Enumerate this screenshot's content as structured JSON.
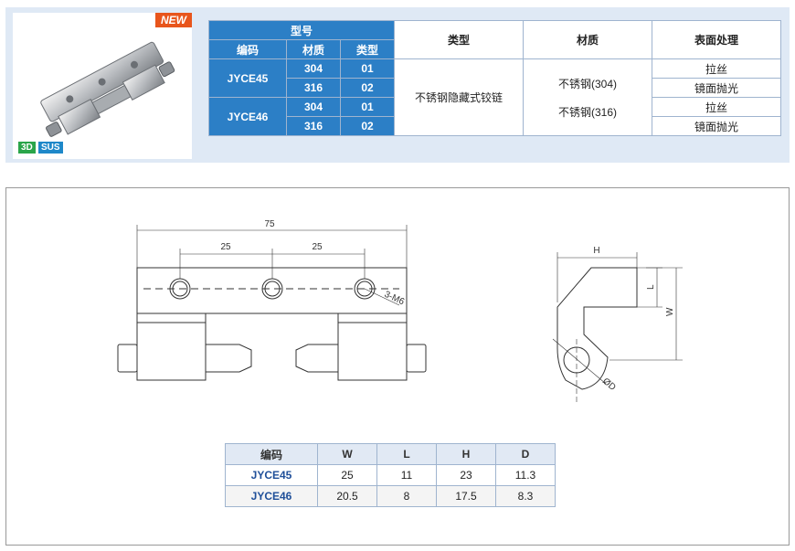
{
  "product": {
    "badge": "NEW",
    "tag_3d": "3D",
    "tag_sus": "SUS"
  },
  "spec_table": {
    "group_header": "型号",
    "col_code": "编码",
    "col_material": "材质",
    "col_type": "类型",
    "col_type2": "类型",
    "col_material2": "材质",
    "col_surface": "表面处理",
    "models": [
      {
        "code": "JYCE45",
        "rows": [
          {
            "material": "304",
            "type": "01"
          },
          {
            "material": "316",
            "type": "02"
          }
        ]
      },
      {
        "code": "JYCE46",
        "rows": [
          {
            "material": "304",
            "type": "01"
          },
          {
            "material": "316",
            "type": "02"
          }
        ]
      }
    ],
    "type_desc": "不锈钢隐藏式铰链",
    "material_1": "不锈钢(304)",
    "material_2": "不锈钢(316)",
    "surfaces": [
      "拉丝",
      "镜面抛光",
      "拉丝",
      "镜面抛光"
    ]
  },
  "drawing": {
    "dim_total": "75",
    "dim_pitch_1": "25",
    "dim_pitch_2": "25",
    "hole_label": "3-M6",
    "side_h": "H",
    "side_l": "L",
    "side_w": "W",
    "side_d": "ØD"
  },
  "dims_table": {
    "headers": [
      "编码",
      "W",
      "L",
      "H",
      "D"
    ],
    "rows": [
      [
        "JYCE45",
        "25",
        "11",
        "23",
        "11.3"
      ],
      [
        "JYCE46",
        "20.5",
        "8",
        "17.5",
        "8.3"
      ]
    ]
  },
  "colors": {
    "header_blue": "#2c7fc6",
    "panel_bg": "#dfe9f5",
    "new_orange": "#e8551c"
  }
}
